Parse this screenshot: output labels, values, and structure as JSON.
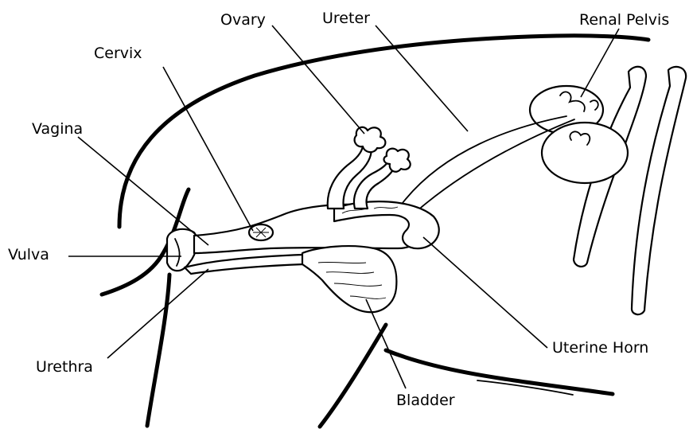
{
  "diagram": {
    "labels": {
      "ovary": "Ovary",
      "ureter": "Ureter",
      "renal_pelvis": "Renal Pelvis",
      "cervix": "Cervix",
      "vagina": "Vagina",
      "vulva": "Vulva",
      "urethra": "Urethra",
      "uterine_horn": "Uterine Horn",
      "bladder": "Bladder"
    }
  }
}
